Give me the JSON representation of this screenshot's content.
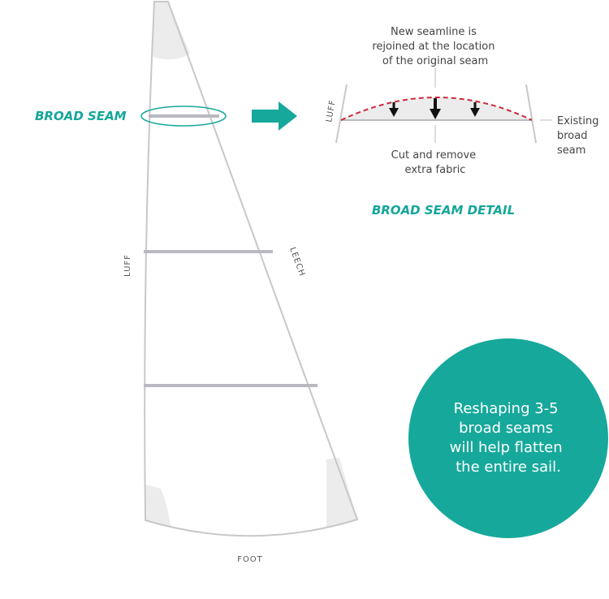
{
  "colors": {
    "accent": "#16a89b",
    "outline": "#c8c8c8",
    "seam": "#b9b9c2",
    "fill": "#ececec",
    "dash": "#cc2b3a",
    "text": "#444444"
  },
  "sail": {
    "luff_label": "LUFF",
    "leech_label": "LEECH",
    "foot_label": "FOOT",
    "broad_seam_label": "BROAD SEAM"
  },
  "detail": {
    "title": "BROAD SEAM DETAIL",
    "luff_label": "LUFF",
    "top_note": [
      "New seamline is",
      "rejoined at the location",
      "of the original seam"
    ],
    "bottom_note": [
      "Cut and remove",
      "extra fabric"
    ],
    "side_note": [
      "Existing",
      "broad",
      "seam"
    ]
  },
  "callout": {
    "lines": [
      "Reshaping 3-5",
      "broad seams",
      "will help flatten",
      "the entire sail."
    ]
  },
  "icons": {
    "arrow": "right-arrow-icon",
    "down_arrow": "down-arrow-icon"
  }
}
